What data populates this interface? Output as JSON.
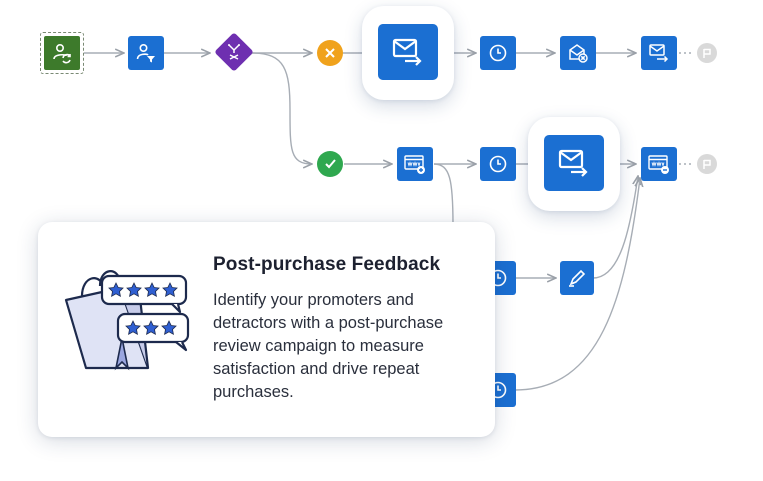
{
  "colors": {
    "primary_blue": "#1b6fd2",
    "entry_green": "#3d7a2b",
    "split_purple": "#6e2fb0",
    "no_orange": "#f0a21c",
    "yes_green": "#2fa84f",
    "exit_gray": "#d9d9d9",
    "connector_gray": "#9aa0a8"
  },
  "workflow": {
    "nodes": [
      {
        "name": "entry-trigger",
        "icon": "user-refresh-icon"
      },
      {
        "name": "audience-filter",
        "icon": "user-filter-icon"
      },
      {
        "name": "decision-split",
        "icon": "split-icon"
      },
      {
        "name": "no-branch",
        "icon": "x-icon"
      },
      {
        "name": "send-email-1",
        "icon": "envelope-send-icon"
      },
      {
        "name": "wait-1",
        "icon": "clock-icon"
      },
      {
        "name": "email-opened",
        "icon": "envelope-open-x-icon"
      },
      {
        "name": "send-email-2",
        "icon": "envelope-send-icon"
      },
      {
        "name": "exit-1",
        "icon": "flag-icon"
      },
      {
        "name": "yes-branch",
        "icon": "check-icon"
      },
      {
        "name": "web-visit",
        "icon": "web-plus-icon"
      },
      {
        "name": "wait-2",
        "icon": "clock-icon"
      },
      {
        "name": "send-email-3",
        "icon": "envelope-send-icon"
      },
      {
        "name": "web-exit",
        "icon": "web-minus-icon"
      },
      {
        "name": "exit-2",
        "icon": "flag-icon"
      },
      {
        "name": "wait-3",
        "icon": "clock-icon"
      },
      {
        "name": "edit-action",
        "icon": "pen-icon"
      },
      {
        "name": "wait-4",
        "icon": "clock-icon"
      }
    ]
  },
  "card": {
    "title": "Post-purchase Feedback",
    "description": "Identify your promoters and detractors with a post-purchase review campaign to measure satisfaction and drive repeat purchases.",
    "illustration": "shopping-bag-reviews-icon"
  }
}
